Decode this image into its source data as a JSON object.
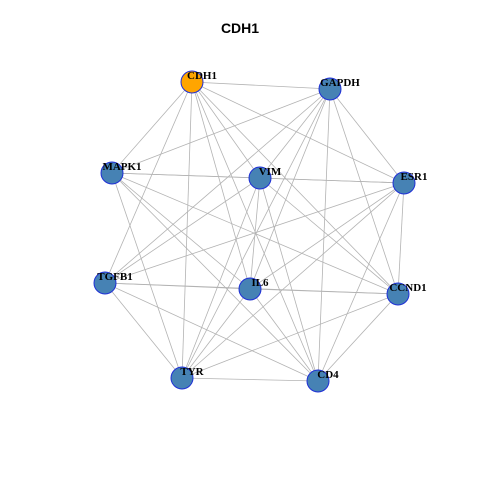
{
  "title": "CDH1",
  "colors": {
    "highlight_node": "#ffa500",
    "default_node": "#4682b4",
    "node_border": "#1f2fd6",
    "edge": "#b3b3b3"
  },
  "nodes": [
    {
      "id": "CDH1",
      "label": "CDH1",
      "highlight": true
    },
    {
      "id": "GAPDH",
      "label": "GAPDH",
      "highlight": false
    },
    {
      "id": "MAPK1",
      "label": "MAPK1",
      "highlight": false
    },
    {
      "id": "VIM",
      "label": "VIM",
      "highlight": false
    },
    {
      "id": "ESR1",
      "label": "ESR1",
      "highlight": false
    },
    {
      "id": "TGFB1",
      "label": "TGFB1",
      "highlight": false
    },
    {
      "id": "IL6",
      "label": "IL6",
      "highlight": false
    },
    {
      "id": "CCND1",
      "label": "CCND1",
      "highlight": false
    },
    {
      "id": "TYR",
      "label": "TYR",
      "highlight": false
    },
    {
      "id": "CD4",
      "label": "CD4",
      "highlight": false
    }
  ],
  "edges": [
    [
      "CDH1",
      "GAPDH"
    ],
    [
      "CDH1",
      "MAPK1"
    ],
    [
      "CDH1",
      "VIM"
    ],
    [
      "CDH1",
      "ESR1"
    ],
    [
      "CDH1",
      "TGFB1"
    ],
    [
      "CDH1",
      "IL6"
    ],
    [
      "CDH1",
      "CCND1"
    ],
    [
      "CDH1",
      "TYR"
    ],
    [
      "CDH1",
      "CD4"
    ],
    [
      "GAPDH",
      "MAPK1"
    ],
    [
      "GAPDH",
      "VIM"
    ],
    [
      "GAPDH",
      "ESR1"
    ],
    [
      "GAPDH",
      "TGFB1"
    ],
    [
      "GAPDH",
      "IL6"
    ],
    [
      "GAPDH",
      "CCND1"
    ],
    [
      "GAPDH",
      "TYR"
    ],
    [
      "GAPDH",
      "CD4"
    ],
    [
      "MAPK1",
      "VIM"
    ],
    [
      "MAPK1",
      "ESR1"
    ],
    [
      "MAPK1",
      "IL6"
    ],
    [
      "MAPK1",
      "CCND1"
    ],
    [
      "MAPK1",
      "TYR"
    ],
    [
      "MAPK1",
      "CD4"
    ],
    [
      "VIM",
      "ESR1"
    ],
    [
      "VIM",
      "TGFB1"
    ],
    [
      "VIM",
      "IL6"
    ],
    [
      "VIM",
      "TYR"
    ],
    [
      "VIM",
      "CD4"
    ],
    [
      "VIM",
      "CCND1"
    ],
    [
      "ESR1",
      "TGFB1"
    ],
    [
      "ESR1",
      "IL6"
    ],
    [
      "ESR1",
      "CCND1"
    ],
    [
      "ESR1",
      "TYR"
    ],
    [
      "ESR1",
      "CD4"
    ],
    [
      "TGFB1",
      "IL6"
    ],
    [
      "TGFB1",
      "CCND1"
    ],
    [
      "TGFB1",
      "TYR"
    ],
    [
      "TGFB1",
      "CD4"
    ],
    [
      "IL6",
      "CCND1"
    ],
    [
      "IL6",
      "TYR"
    ],
    [
      "IL6",
      "CD4"
    ],
    [
      "CCND1",
      "TYR"
    ],
    [
      "CCND1",
      "CD4"
    ],
    [
      "TYR",
      "CD4"
    ]
  ]
}
